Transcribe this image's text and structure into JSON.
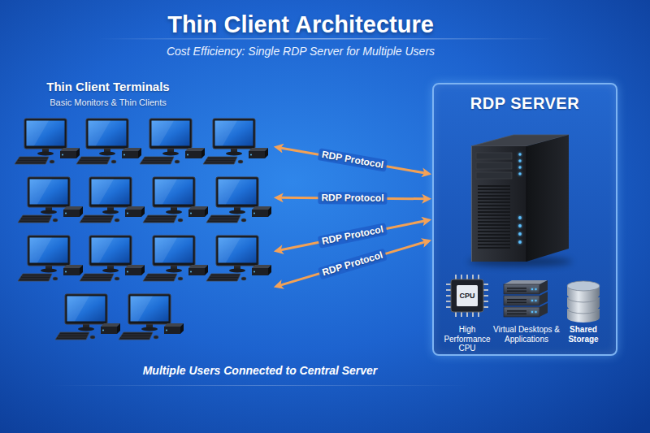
{
  "diagram": {
    "title": "Thin Client Architecture",
    "caption": "Multiple Users Connected to Central Server",
    "nodes": [
      {
        "text": [
          "Thin Client Terminals",
          "Basic Monitors & Thin Clients"
        ]
      },
      {
        "text": [
          "RDP SERVER"
        ]
      }
    ],
    "edges": [
      {
        "from": 0,
        "to": 1,
        "label": "RDP Protocol",
        "arrow": "both"
      },
      {
        "from": 0,
        "to": 1,
        "label": "RDP Protocol",
        "arrow": "both"
      },
      {
        "from": 0,
        "to": 1,
        "label": "RDP Protocol",
        "arrow": "both"
      },
      {
        "from": 0,
        "to": 1,
        "label": "RDP Protocol",
        "arrow": "both"
      }
    ],
    "labels": [
      "Cost Efficiency: Single RDP Server for Multiple Users",
      "CPU",
      "High Performance CPU",
      "Virtual Desktops & Applications",
      "Shared Storage"
    ]
  }
}
